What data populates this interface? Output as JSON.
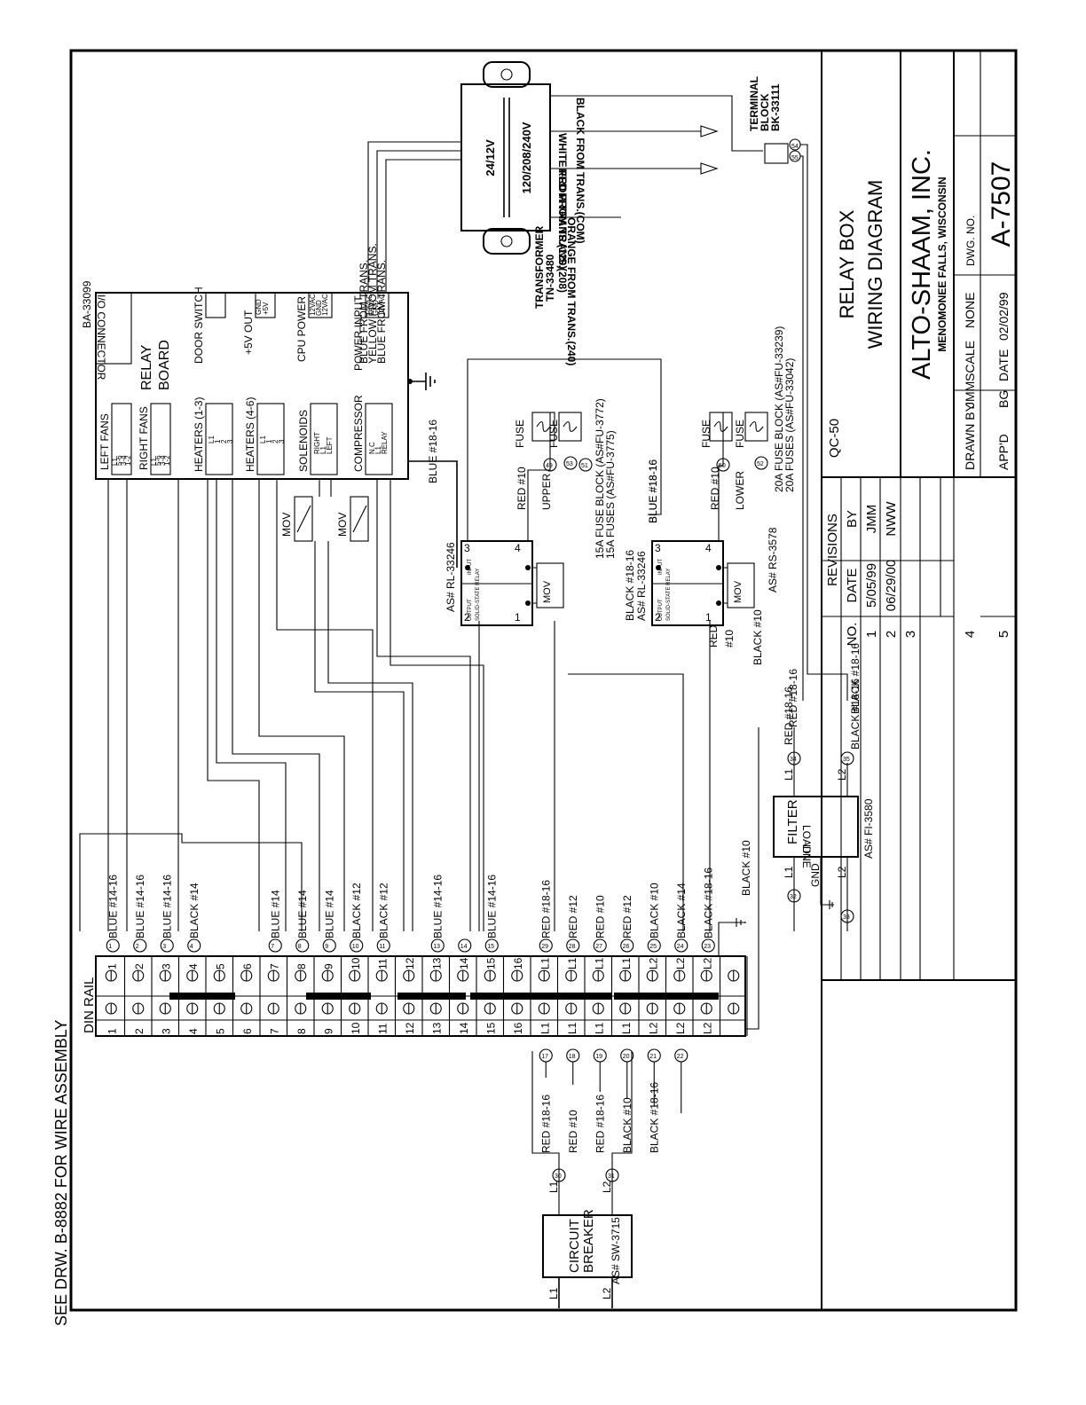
{
  "drawing": {
    "title_line1": "RELAY BOX",
    "title_line2": "WIRING DIAGRAM",
    "model": "QC-50",
    "company": "ALTO-SHAAM, INC.",
    "location": "MENOMONEE FALLS, WISCONSIN",
    "dwg_no_label": "DWG. NO.",
    "dwg_no": "A-7507",
    "drawn_by_label": "DRAWN BY",
    "drawn_by": "JMM",
    "scale_label": "SCALE",
    "scale": "NONE",
    "appd_label": "APP'D",
    "appd": "BG",
    "date_label": "DATE",
    "date": "02/02/99",
    "see_note": "SEE DRW. B-8882 FOR WIRE ASSEMBLY"
  },
  "revisions": {
    "heading": "REVISIONS",
    "columns": [
      "NO.",
      "DATE",
      "BY"
    ],
    "rows": [
      {
        "no": "1",
        "date": "5/05/99",
        "by": "JMM"
      },
      {
        "no": "2",
        "date": "06/29/00",
        "by": "NWW"
      },
      {
        "no": "3",
        "date": "",
        "by": ""
      },
      {
        "no": "4",
        "date": "",
        "by": ""
      },
      {
        "no": "5",
        "date": "",
        "by": ""
      }
    ]
  },
  "relay_board": {
    "part": "BA-33099",
    "name1": "RELAY",
    "name2": "BOARD",
    "io": "I/O CONNECTOR",
    "connectors": [
      {
        "label": "LEFT FANS",
        "pins": [
          "L1",
          "5-6",
          "3-4",
          "1-2"
        ]
      },
      {
        "label": "RIGHT FANS",
        "pins": [
          "L1",
          "5-6",
          "3-4",
          "1-2"
        ]
      },
      {
        "label": "HEATERS (1-3)",
        "pins": [
          "L1",
          "1",
          "2",
          "3"
        ]
      },
      {
        "label": "HEATERS (4-6)",
        "pins": [
          "L1",
          "1",
          "2",
          "3"
        ]
      },
      {
        "label": "SOLENOIDS",
        "pins": [
          "RIGHT",
          "L1",
          "LEFT"
        ]
      },
      {
        "label": "COMPRESSOR",
        "pins": [
          "N.C",
          "L1",
          "RELAY"
        ]
      },
      {
        "label": "DOOR SWITCH",
        "pins": []
      },
      {
        "label": "+5V OUT",
        "pins": [
          "GND",
          "+5V"
        ]
      },
      {
        "label": "CPU POWER",
        "pins": [
          "12VAC",
          "GND",
          "12VAC"
        ]
      },
      {
        "label": "POWER INPUT",
        "pins": [
          "12VAC",
          "GND",
          "12VAC"
        ]
      }
    ],
    "power_wires": [
      "BLUE FROM TRANS.",
      "YELLOW FROM TRANS.",
      "BLUE FROM TRANS."
    ],
    "ground_wire": "BLUE #18-16"
  },
  "transformer": {
    "label": "TRANSFORMER",
    "part": "TN-33480",
    "secondary": "24/12V",
    "primary": "120/208/240V",
    "leads": [
      "BLACK FROM TRANS.(COM)",
      "WHITE FROM TRANS.(120)",
      "RED FROM TRANS.(208)",
      "ORANGE FROM TRANS.(240)"
    ]
  },
  "terminal_block": {
    "label1": "TERMINAL",
    "label2": "BLOCK",
    "part": "BK-33111",
    "nodes": [
      "54",
      "55"
    ]
  },
  "relays": [
    {
      "asno": "AS# RL-33246",
      "type": "SOLID-STATE RELAY",
      "input": "INPUT",
      "output": "OUTPUT",
      "mov": "MOV",
      "pins": [
        "3",
        "4",
        "2",
        "1"
      ],
      "wire_out": "RED #10",
      "position": "UPPER",
      "fuse_block": "15A FUSE BLOCK (AS#FU-3772)",
      "fuses": "15A FUSES (AS#FU-3775)",
      "fuse_nodes": [
        "49",
        "53",
        "51"
      ],
      "wire_in": "BLUE #18-16"
    },
    {
      "asno": "AS# RL-33246",
      "type": "SOLID-STATE RELAY",
      "input": "INPUT",
      "output": "OUTPUT",
      "mov": "MOV",
      "pins": [
        "3",
        "4",
        "2",
        "1"
      ],
      "wire_out": "RED #10",
      "position": "LOWER",
      "fuse_block": "20A FUSE BLOCK (AS#FU-33239)",
      "fuses": "20A FUSES (AS#FU-33042)",
      "fuse_nodes": [
        "50",
        "52"
      ],
      "wire_in": "BLUE #18-16",
      "wire_neg": "BLACK #18-16",
      "mov_part": "AS# RS-3578",
      "side_wires": [
        "RED",
        "#10",
        "BLACK #10"
      ]
    }
  ],
  "fuse_label": "FUSE",
  "mov_label": "MOV",
  "din_rail": {
    "label": "DIN RAIL",
    "left_terms": [
      "1",
      "2",
      "3",
      "4",
      "5",
      "6",
      "7",
      "8",
      "9",
      "10",
      "11",
      "12",
      "13",
      "14",
      "15",
      "16",
      "L1",
      "L1",
      "L1",
      "L1",
      "L2",
      "L2",
      "L2",
      ""
    ],
    "right_terms": [
      "1",
      "2",
      "3",
      "4",
      "5",
      "6",
      "7",
      "8",
      "9",
      "10",
      "11",
      "12",
      "13",
      "14",
      "15",
      "16",
      "L1",
      "L1",
      "L1",
      "L1",
      "L2",
      "L2",
      "L2",
      ""
    ],
    "right_wires": [
      {
        "node": "1",
        "label": "BLUE #14-16"
      },
      {
        "node": "2",
        "label": "BLUE #14-16"
      },
      {
        "node": "3",
        "label": "BLUE #14-16"
      },
      {
        "node": "4",
        "label": "BLACK #14"
      },
      {
        "node": "",
        "label": ""
      },
      {
        "node": "",
        "label": ""
      },
      {
        "node": "7",
        "label": "BLUE #14"
      },
      {
        "node": "8",
        "label": "BLUE #14"
      },
      {
        "node": "9",
        "label": "BLUE #14"
      },
      {
        "node": "10",
        "label": "BLACK #12"
      },
      {
        "node": "11",
        "label": "BLACK #12"
      },
      {
        "node": "",
        "label": ""
      },
      {
        "node": "13",
        "label": "BLUE #14-16"
      },
      {
        "node": "14",
        "label": ""
      },
      {
        "node": "15",
        "label": "BLUE #14-16"
      },
      {
        "node": "",
        "label": ""
      },
      {
        "node": "29",
        "label": "RED #18-16"
      },
      {
        "node": "28",
        "label": "RED #12"
      },
      {
        "node": "27",
        "label": "RED #10"
      },
      {
        "node": "26",
        "label": "RED #12"
      },
      {
        "node": "25",
        "label": "BLACK #10"
      },
      {
        "node": "24",
        "label": "BLACK #14"
      },
      {
        "node": "23",
        "label": "BLACK #18-16"
      }
    ],
    "left_wires": [
      {
        "node": "17",
        "label": "RED #18-16"
      },
      {
        "node": "18",
        "label": "RED #10"
      },
      {
        "node": "19",
        "label": "RED #18-16"
      },
      {
        "node": "20",
        "label": "BLACK #10"
      },
      {
        "node": "21",
        "label": "BLACK #18-16"
      },
      {
        "node": "22",
        "label": ""
      }
    ],
    "ground_wire": "BLACK #10"
  },
  "circuit_breaker": {
    "label1": "CIRCUIT",
    "label2": "BREAKER",
    "asno": "AS# SW-3715",
    "lines": [
      "L1",
      "L2"
    ],
    "out_lines": [
      "L1",
      "L2"
    ],
    "nodes": [
      "30",
      "31"
    ]
  },
  "filter": {
    "name": "FILTER",
    "load": "LOAD",
    "line": "LINE",
    "gnd": "GND",
    "asno": "AS# FI-3580",
    "pins": [
      "L1",
      "L2",
      "L1",
      "L2"
    ],
    "nodes": [
      "34",
      "35",
      "32",
      "33"
    ],
    "wires": [
      "RED #18-16",
      "BLACK #18-16",
      "RED #18-16",
      "BLACK #18-16"
    ]
  }
}
